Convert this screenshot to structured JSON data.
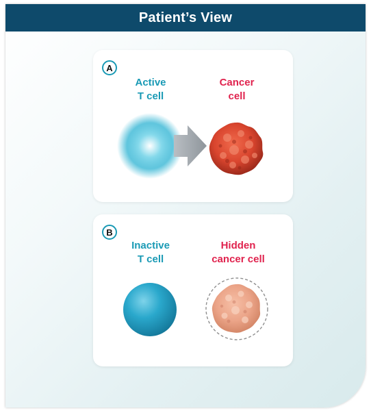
{
  "header": {
    "title": "Patient’s View"
  },
  "panel_a": {
    "badge": "A",
    "left_label": "Active\nT cell",
    "right_label": "Cancer\ncell"
  },
  "panel_b": {
    "badge": "B",
    "left_label": "Inactive\nT cell",
    "right_label": "Hidden\ncancer cell"
  },
  "colors": {
    "header": "#0e4a6b",
    "teal": "#1a9ab5",
    "red": "#e0234e",
    "cancer": "#d9452e",
    "hidden_cancer": "#eba488"
  }
}
